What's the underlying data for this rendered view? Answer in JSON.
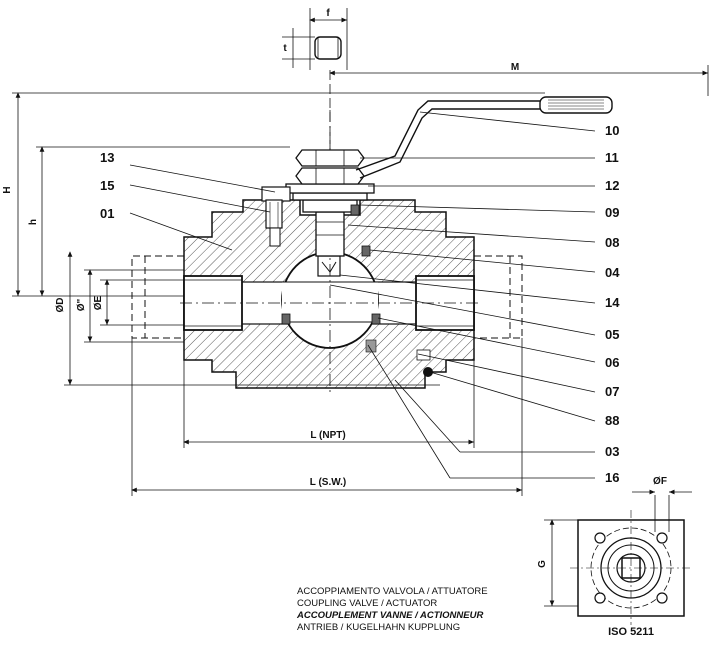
{
  "dimensions": {
    "f": "f",
    "t": "t",
    "M": "M",
    "H": "H",
    "h": "h",
    "D": "ØD",
    "quote": "Ø\"",
    "E": "ØE",
    "L_npt": "L (NPT)",
    "L_sw": "L (S.W.)",
    "F": "ØF",
    "G": "G"
  },
  "parts": {
    "p10": "10",
    "p11": "11",
    "p12": "12",
    "p09": "09",
    "p08": "08",
    "p04": "04",
    "p14": "14",
    "p05": "05",
    "p06": "06",
    "p07": "07",
    "p88": "88",
    "p03": "03",
    "p16": "16",
    "p13": "13",
    "p15": "15",
    "p01": "01"
  },
  "caption": {
    "line1": "ACCOPPIAMENTO VALVOLA / ATTUATORE",
    "line2": "COUPLING VALVE / ACTUATOR",
    "line3": "ACCOUPLEMENT VANNE / ACTIONNEUR",
    "line4": "ANTRIEB / KUGELHAHN KUPPLUNG"
  },
  "iso_label": "ISO 5211"
}
